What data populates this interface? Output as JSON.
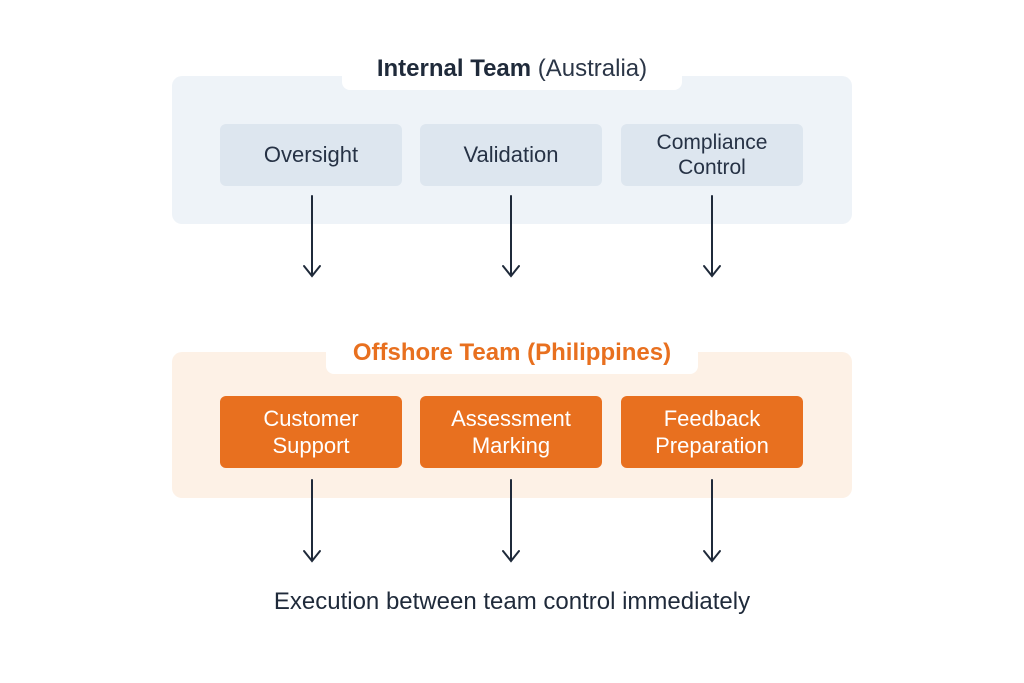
{
  "internal": {
    "title_bold": "Internal Team",
    "title_region": "(Australia)",
    "items": [
      {
        "lines": [
          "Oversight"
        ]
      },
      {
        "lines": [
          "Validation"
        ]
      },
      {
        "lines": [
          "Compliance",
          "Control"
        ]
      }
    ]
  },
  "offshore": {
    "title": "Offshore Team (Philippines)",
    "items": [
      {
        "lines": [
          "Customer",
          "Support"
        ]
      },
      {
        "lines": [
          "Assessment",
          "Marking"
        ]
      },
      {
        "lines": [
          "Feedback",
          "Preparation"
        ]
      }
    ]
  },
  "footer": {
    "text": "Execution between team control immediately"
  },
  "colors": {
    "accent_orange": "#e8701f",
    "internal_panel": "#eef3f8",
    "internal_box": "#dde6ef",
    "offshore_panel": "#fdf1e6",
    "text_dark": "#1f2a3a"
  }
}
